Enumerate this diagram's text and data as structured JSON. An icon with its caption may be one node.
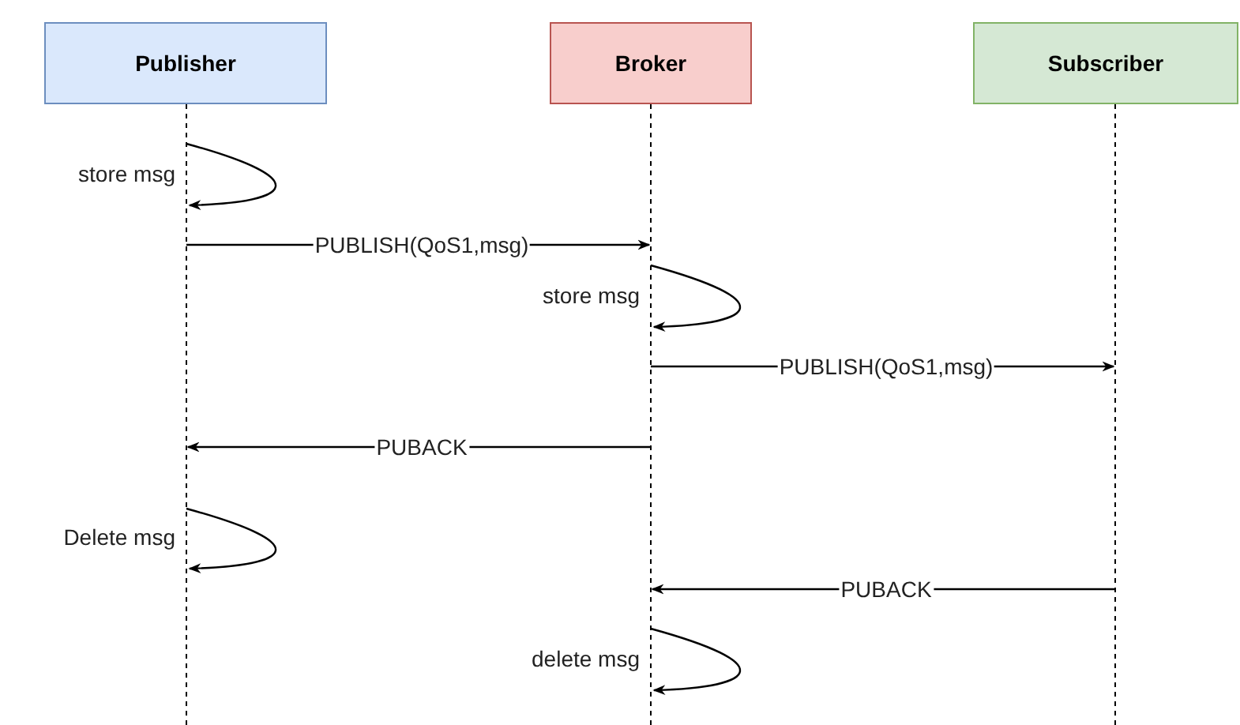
{
  "diagram": {
    "nodes": [
      {
        "text": [
          "Publisher"
        ]
      },
      {
        "text": [
          "Broker"
        ]
      },
      {
        "text": [
          "Subscriber"
        ]
      }
    ],
    "edges": [
      {
        "from": 0,
        "to": 0,
        "arrow": "to",
        "label": "store msg"
      },
      {
        "from": 0,
        "to": 1,
        "arrow": "to",
        "label": "PUBLISH(QoS1,msg)"
      },
      {
        "from": 1,
        "to": 1,
        "arrow": "to",
        "label": "store msg"
      },
      {
        "from": 1,
        "to": 2,
        "arrow": "to",
        "label": "PUBLISH(QoS1,msg)"
      },
      {
        "from": 1,
        "to": 0,
        "arrow": "to",
        "label": "PUBACK"
      },
      {
        "from": 0,
        "to": 0,
        "arrow": "to",
        "label": "Delete msg"
      },
      {
        "from": 2,
        "to": 1,
        "arrow": "to",
        "label": "PUBACK"
      },
      {
        "from": 1,
        "to": 1,
        "arrow": "to",
        "label": "delete msg"
      }
    ]
  }
}
